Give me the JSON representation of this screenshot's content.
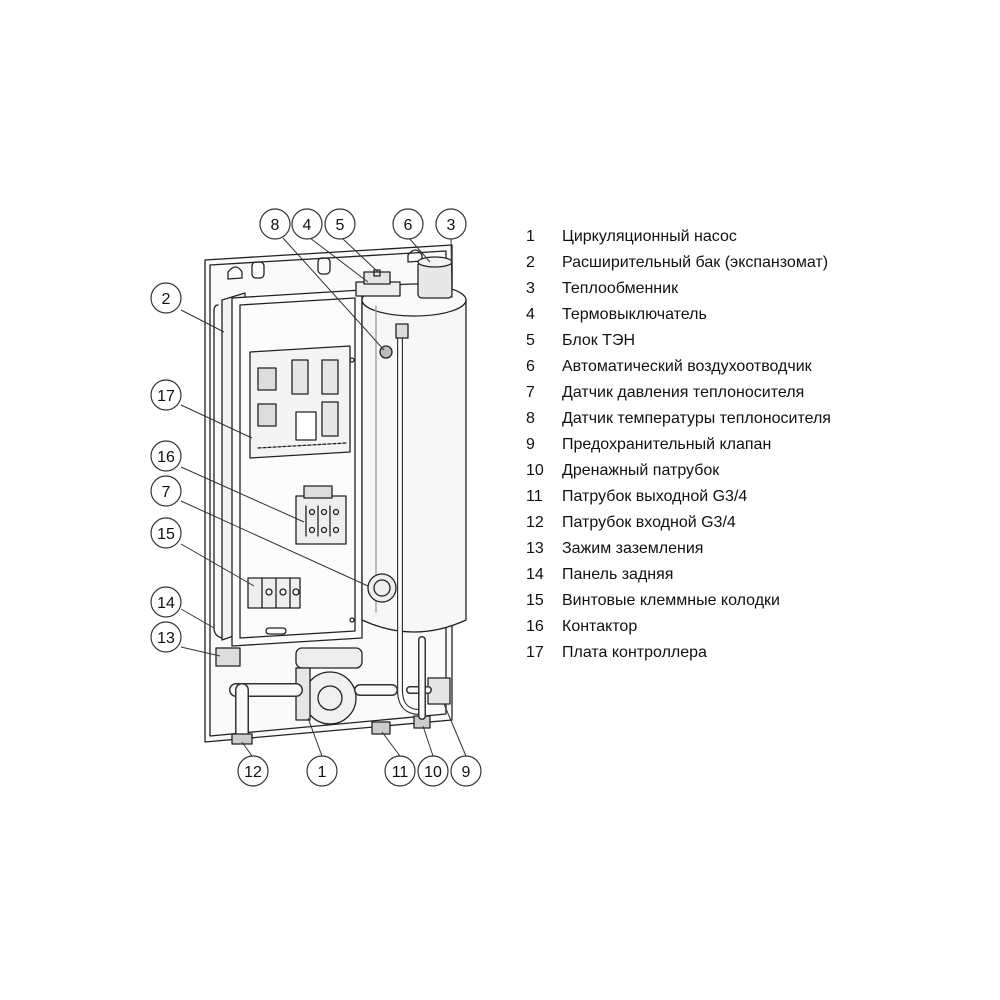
{
  "diagram": {
    "callouts": [
      {
        "id": "c8",
        "label": "8"
      },
      {
        "id": "c4",
        "label": "4"
      },
      {
        "id": "c5",
        "label": "5"
      },
      {
        "id": "c6",
        "label": "6"
      },
      {
        "id": "c3",
        "label": "3"
      },
      {
        "id": "c2",
        "label": "2"
      },
      {
        "id": "c17",
        "label": "17"
      },
      {
        "id": "c16",
        "label": "16"
      },
      {
        "id": "c7",
        "label": "7"
      },
      {
        "id": "c15",
        "label": "15"
      },
      {
        "id": "c14",
        "label": "14"
      },
      {
        "id": "c13",
        "label": "13"
      },
      {
        "id": "c12",
        "label": "12"
      },
      {
        "id": "c1",
        "label": "1"
      },
      {
        "id": "c11",
        "label": "11"
      },
      {
        "id": "c10",
        "label": "10"
      },
      {
        "id": "c9",
        "label": "9"
      }
    ]
  },
  "legend": {
    "items": [
      {
        "num": "1",
        "text": "Циркуляционный насос"
      },
      {
        "num": "2",
        "text": "Расширительный бак (экспанзомат)"
      },
      {
        "num": "3",
        "text": "Теплообменник"
      },
      {
        "num": "4",
        "text": "Термовыключатель"
      },
      {
        "num": "5",
        "text": "Блок ТЭН"
      },
      {
        "num": "6",
        "text": "Автоматический воздухоотводчик"
      },
      {
        "num": "7",
        "text": "Датчик давления теплоносителя"
      },
      {
        "num": "8",
        "text": "Датчик температуры теплоносителя"
      },
      {
        "num": "9",
        "text": "Предохранительный клапан"
      },
      {
        "num": "10",
        "text": "Дренажный патрубок"
      },
      {
        "num": "11",
        "text": "Патрубок выходной G3/4"
      },
      {
        "num": "12",
        "text": "Патрубок входной G3/4"
      },
      {
        "num": "13",
        "text": "Зажим  заземления"
      },
      {
        "num": "14",
        "text": "Панель задняя"
      },
      {
        "num": "15",
        "text": "Винтовые клеммные колодки"
      },
      {
        "num": "16",
        "text": "Контактор"
      },
      {
        "num": "17",
        "text": "Плата контроллера"
      }
    ]
  }
}
